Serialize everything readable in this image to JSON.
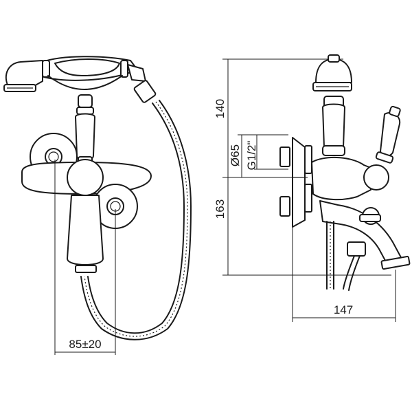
{
  "dimensions": {
    "handle_offset": "85±20",
    "upper_height": "140",
    "lower_height": "163",
    "plate_diameter": "Ø65",
    "thread": "G1/2\"",
    "spout_projection": "147"
  }
}
